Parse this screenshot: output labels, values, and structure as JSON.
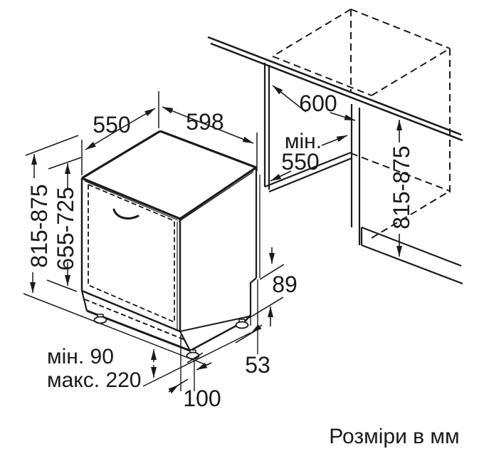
{
  "title": {
    "text": "Розміри в мм"
  },
  "dims": {
    "appliance_depth": "550",
    "appliance_width": "598",
    "niche_width": "600",
    "niche_depth_prefix": "мін.",
    "niche_depth_value": "550",
    "appliance_height_range": "815-875",
    "door_panel_height_range": "655-725",
    "niche_height_range": "815-875",
    "plinth_height_min": "мін. 90",
    "plinth_height_max": "макс. 220",
    "front_foot_offset": "100",
    "rear_offset_upper": "89",
    "rear_offset_lower": "53"
  },
  "colors": {
    "line": "#1a1a1a",
    "background": "#ffffff"
  }
}
